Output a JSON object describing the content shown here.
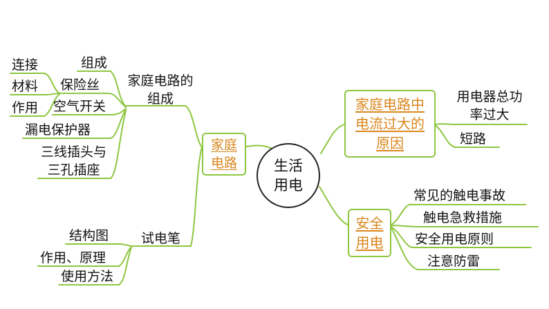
{
  "center": {
    "label": "生活用电"
  },
  "left": {
    "household": {
      "label": "家庭电路",
      "composition": {
        "label": "家庭电路的组成",
        "items": {
          "parts": "组成",
          "fuse": "保险丝",
          "breaker": "空气开关",
          "leakage": "漏电保护器",
          "plug": "三线插头与三孔插座"
        },
        "fuse_aspects": {
          "connect": "连接",
          "material": "材料",
          "function": "作用"
        }
      },
      "tester": {
        "label": "试电笔",
        "items": {
          "structure": "结构图",
          "principle": "作用、原理",
          "usage": "使用方法"
        }
      }
    }
  },
  "right": {
    "current": {
      "label": "家庭电路中电流过大的原因",
      "items": {
        "overload": "用电器总功率过大",
        "short": "短路"
      }
    },
    "safety": {
      "label": "安全用电",
      "items": {
        "accidents": "常见的触电事故",
        "rescue": "触电急救措施",
        "principles": "安全用电原则",
        "lightning": "注意防雷"
      }
    }
  }
}
